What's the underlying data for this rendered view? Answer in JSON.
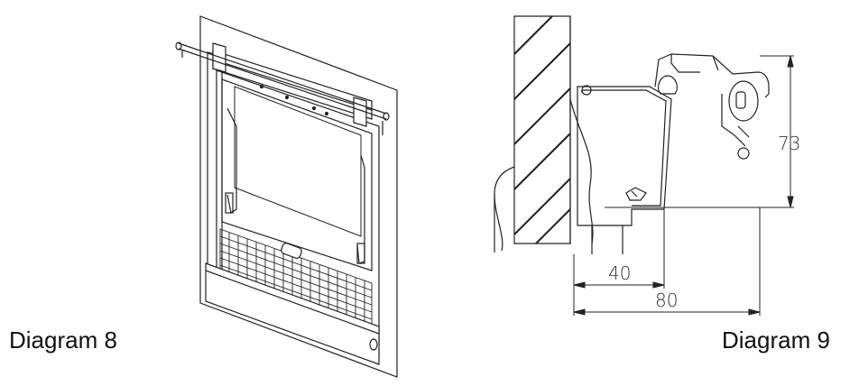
{
  "diagrams": [
    {
      "label": "Diagram 8"
    },
    {
      "label": "Diagram 9",
      "dimensions": {
        "height": "73",
        "inner_width": "40",
        "outer_width": "80"
      }
    }
  ]
}
